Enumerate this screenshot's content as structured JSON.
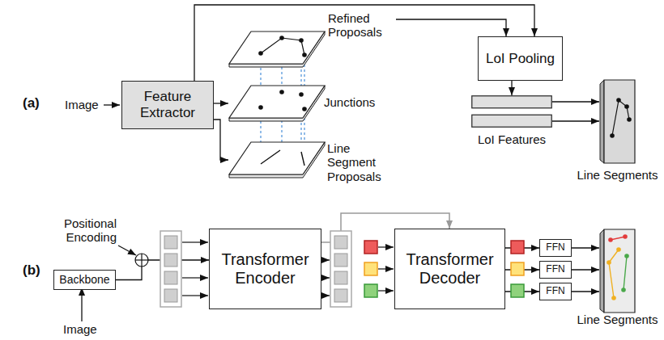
{
  "diagram": {
    "nodes": [
      {
        "text": [
          "Feature Extractor"
        ]
      },
      {
        "text": [
          "Refined Proposals"
        ]
      },
      {
        "text": [
          "Junctions"
        ]
      },
      {
        "text": [
          "Line Segment Proposals"
        ]
      },
      {
        "text": [
          "LoI Pooling"
        ]
      },
      {
        "text": [
          "LoI Features"
        ]
      },
      {
        "text": [
          "Line Segments"
        ]
      },
      {
        "text": [
          "Backbone"
        ]
      },
      {
        "text": [
          "Transformer Encoder"
        ]
      },
      {
        "text": [
          "Transformer Decoder"
        ]
      },
      {
        "text": [
          "FFN"
        ]
      },
      {
        "text": [
          "FFN"
        ]
      },
      {
        "text": [
          "FFN"
        ]
      },
      {
        "text": [
          "Line Segments"
        ]
      }
    ],
    "edges": [
      {
        "from": 0,
        "to": 2,
        "arrow": "to"
      },
      {
        "from": 0,
        "to": 3,
        "arrow": "to"
      },
      {
        "from": 0,
        "to": 4,
        "arrow": "to"
      },
      {
        "from": 1,
        "to": 4,
        "arrow": "to"
      },
      {
        "from": 4,
        "to": 5,
        "arrow": "to"
      },
      {
        "from": 5,
        "to": 6,
        "arrow": "to"
      },
      {
        "from": 7,
        "to": 8,
        "arrow": "to"
      },
      {
        "from": 8,
        "to": 9,
        "arrow": "to"
      },
      {
        "from": 9,
        "to": 10,
        "arrow": "to"
      },
      {
        "from": 9,
        "to": 11,
        "arrow": "to"
      },
      {
        "from": 9,
        "to": 12,
        "arrow": "to"
      },
      {
        "from": 10,
        "to": 13,
        "arrow": "to"
      },
      {
        "from": 11,
        "to": 13,
        "arrow": "to"
      },
      {
        "from": 12,
        "to": 13,
        "arrow": "to"
      }
    ],
    "labels": [
      "(a)",
      "Image",
      "(b)",
      "Positional Encoding",
      "Image"
    ]
  }
}
